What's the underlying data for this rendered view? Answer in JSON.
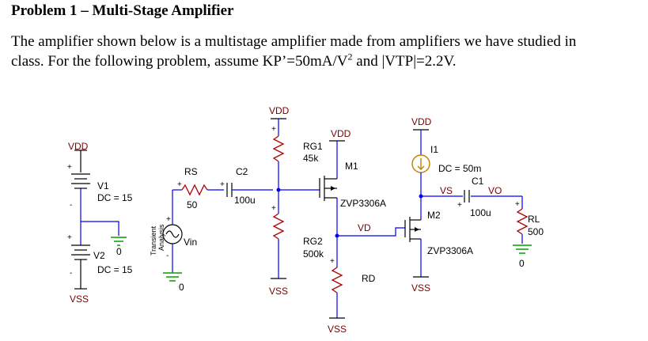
{
  "heading": "Problem 1 – Multi-Stage Amplifier",
  "paragraph": {
    "line1": "The amplifier shown below is a multistage amplifier made from amplifiers we have studied in",
    "line2_a": "class. For the following problem, assume K",
    "line2_b": "P",
    "line2_c": "’=50mA/V",
    "line2_d": "2",
    "line2_e": " and |V",
    "line2_f": "TP",
    "line2_g": "|=2.2V."
  },
  "schematic": {
    "vdd": "VDD",
    "vss": "VSS",
    "gnd": "0",
    "v1": "V1",
    "v1_dc": "DC = 15",
    "v2": "V2",
    "v2_dc": "DC = 15",
    "rs": "RS",
    "rs_val": "50",
    "c2": "C2",
    "c2_val": "100u",
    "vin_source": "Vin",
    "transient": "Transient",
    "analysis": "Analysis",
    "rg1": "RG1",
    "rg1_val": "45k",
    "rg2": "RG2",
    "rg2_val": "500k",
    "m1": "M1",
    "m1_part": "ZVP3306A",
    "vd": "VD",
    "rd": "RD",
    "i1": "I1",
    "i1_dc": "DC = 50m",
    "c1": "C1",
    "c1_val": "100u",
    "vs": "VS",
    "vo": "VO",
    "m2": "M2",
    "m2_part": "ZVP3306A",
    "rl": "RL",
    "rl_val": "500"
  }
}
